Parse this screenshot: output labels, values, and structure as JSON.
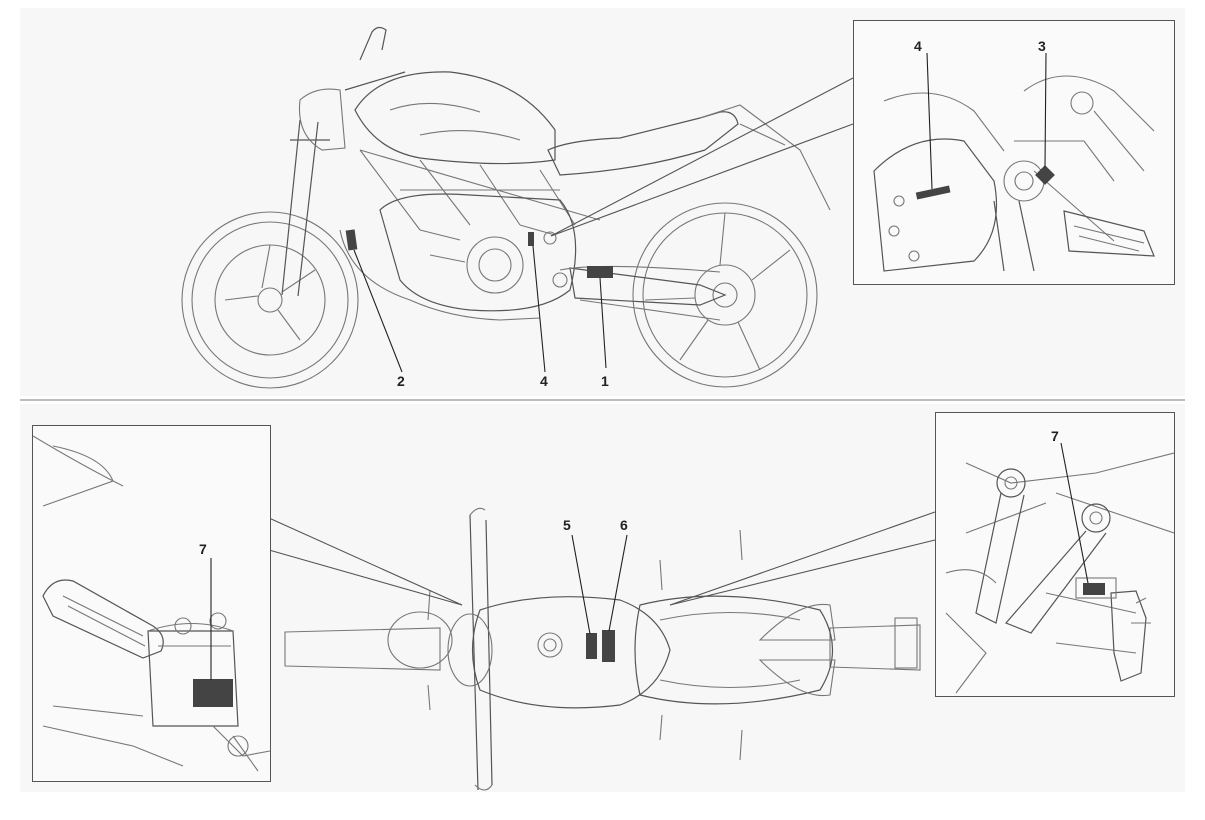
{
  "callouts": {
    "side_1": "1",
    "side_2": "2",
    "side_4": "4",
    "inset_top_3": "3",
    "inset_top_4": "4",
    "top_5": "5",
    "top_6": "6",
    "inset_left_7": "7",
    "inset_right_7": "7"
  },
  "colors": {
    "background": "#f7f7f7",
    "line_art": "#777777",
    "label_patch": "#444444",
    "divider": "#bdbdbd"
  }
}
